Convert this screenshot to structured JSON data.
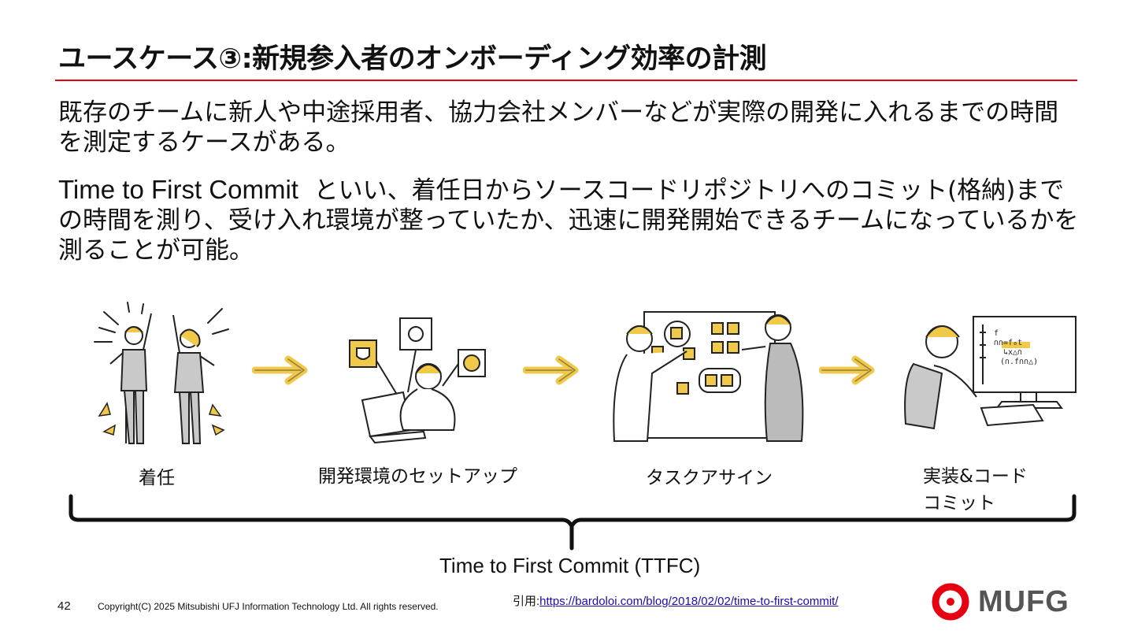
{
  "slide": {
    "title": "ユースケース③:新規参入者のオンボーディング効率の計測",
    "accent_color": "#e60012",
    "paragraph1": "既存のチームに新人や中途採用者、協力会社メンバーなどが実際の開発に入れるまでの時間を測定するケースがある。",
    "paragraph2_en": "Time to First Commit",
    "paragraph2_ja": "といい、着任日からソースコードリポジトリへのコミット(格納)までの時間を測り、受け入れ環境が整っていたか、迅速に開発開始できるチームになっているかを測ることが可能。"
  },
  "steps": [
    {
      "label": "着任",
      "icon": "celebrating-people-icon"
    },
    {
      "label": "開発環境のセットアップ",
      "icon": "laptop-setup-icon"
    },
    {
      "label": "タスクアサイン",
      "icon": "task-board-icon"
    },
    {
      "label_line1": "実装&コード",
      "label_line2": "コミット",
      "icon": "coding-monitor-icon"
    }
  ],
  "arrow_color": "#f0c84a",
  "brace_label": "Time to First Commit (TTFC)",
  "footer": {
    "page_number": "42",
    "copyright": "Copyright(C) 2025 Mitsubishi UFJ Information Technology Ltd.  All rights reserved.",
    "citation_prefix": "引用:",
    "citation_url": "https://bardoloi.com/blog/2018/02/02/time-to-first-commit/",
    "logo_text": "MUFG"
  }
}
